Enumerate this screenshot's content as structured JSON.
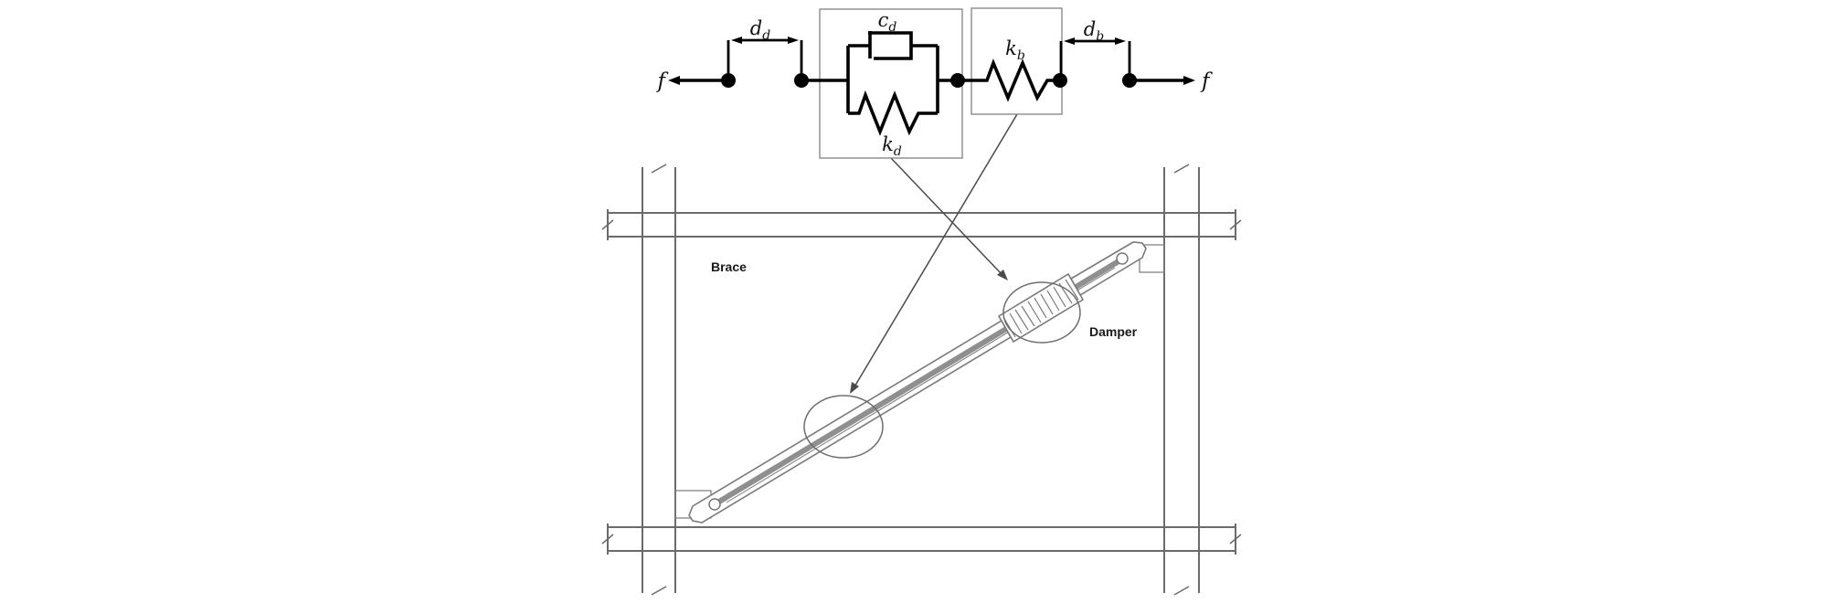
{
  "model": {
    "force_left": {
      "base": "f"
    },
    "force_right": {
      "base": "f"
    },
    "gap_damper": {
      "base": "d",
      "sub": "d"
    },
    "dashpot": {
      "base": "c",
      "sub": "d"
    },
    "spring_damper": {
      "base": "k",
      "sub": "d"
    },
    "spring_brace": {
      "base": "k",
      "sub": "b"
    },
    "gap_brace": {
      "base": "d",
      "sub": "b"
    }
  },
  "frame": {
    "brace_label": "Brace",
    "damper_label": "Damper"
  },
  "colors": {
    "ink": "#000000",
    "frame_gray": "#6b6b6b",
    "outline_gray": "#7a7a7a",
    "rod_gray": "#8f8f8f",
    "background": "#ffffff"
  }
}
